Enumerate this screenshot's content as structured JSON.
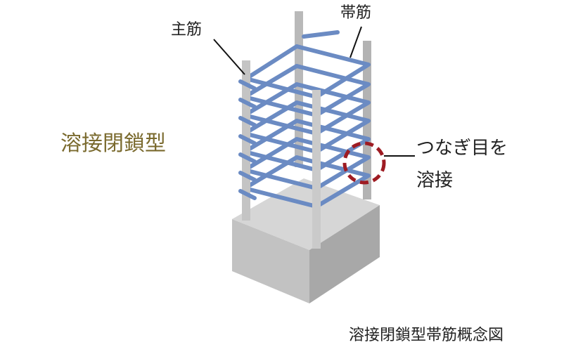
{
  "labels": {
    "main_rebar": "主筋",
    "hoop": "帯筋",
    "type": "溶接閉鎖型",
    "joint_line1": "つなぎ目を",
    "joint_line2": "溶接"
  },
  "caption": "溶接閉鎖型帯筋概念図",
  "colors": {
    "rebar_blue": "#6b8bc3",
    "main_bar_gray": "#b9b9b9",
    "concrete_top": "#d4d4d4",
    "concrete_left": "#bfbfbf",
    "concrete_right": "#a6a6a6",
    "weld_circle": "#9e1b22",
    "type_label": "#7a6a2e",
    "leader_line": "#111111"
  }
}
